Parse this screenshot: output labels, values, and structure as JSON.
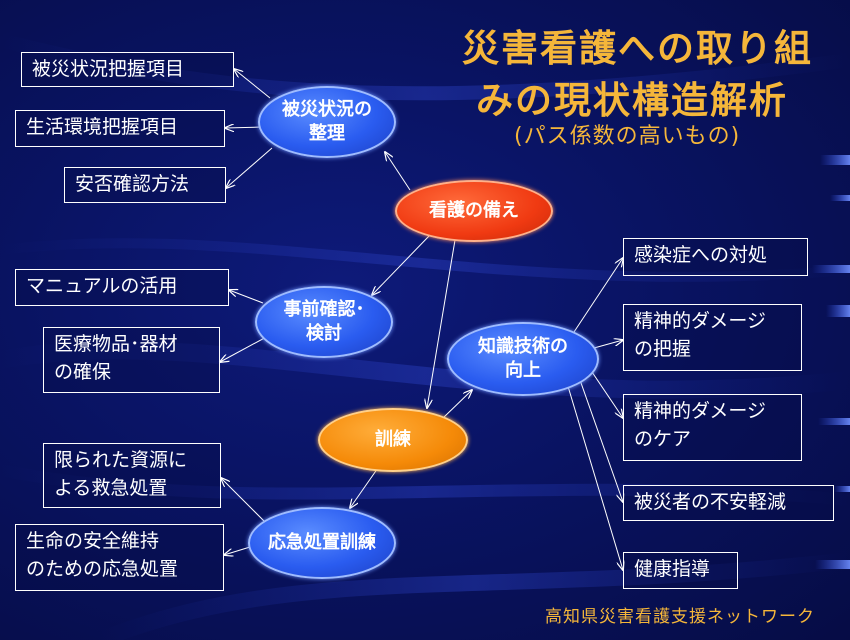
{
  "title": {
    "line1": "災害看護への取り組",
    "line2": "みの現状構造解析",
    "line3": "(パス係数の高いもの)"
  },
  "footer": "高知県災害看護支援ネットワーク",
  "nodes": {
    "kango_sonae": "看護の備え",
    "hisai_seiri": "被災状況の\n整理",
    "jizen_kakunin": "事前確認･\n検討",
    "kunren": "訓練",
    "chishiki": "知識技術の\n向上",
    "oukyu": "応急処置訓練"
  },
  "boxes": {
    "hisai_haaku": "被災状況把握項目",
    "seikatsu": "生活環境把握項目",
    "anpi": "安否確認方法",
    "manual": "マニュアルの活用",
    "iryou": "医療物品･器材\nの確保",
    "kansen": "感染症への対処",
    "seishin_haaku": "精神的ダメージ\nの把握",
    "seishin_care": "精神的ダメージ\nのケア",
    "fuan": "被災者の不安軽減",
    "kenkou": "健康指導",
    "gentei": "限られた資源に\nよる救急処置",
    "seimei": "生命の安全維持\nのための応急処置"
  },
  "colors": {
    "title": "#f5b63a",
    "core_node": "#f03a12",
    "training_node": "#f58a08",
    "factor_node": "#2a5cf0",
    "background": "#091362"
  }
}
